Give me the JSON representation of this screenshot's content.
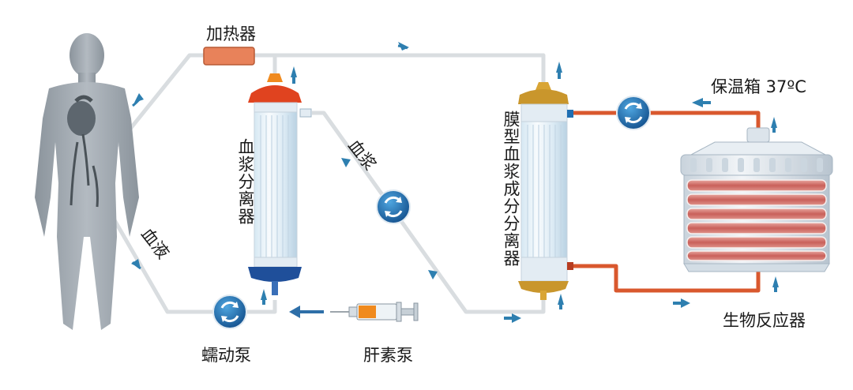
{
  "labels": {
    "heater": "加热器",
    "incubator": "保温箱 37ºC",
    "plasma_separator": "血浆分离器",
    "membrane_separator": "膜型血浆成分分离器",
    "plasma": "血浆",
    "blood": "血液",
    "peristaltic_pump": "蠕动泵",
    "heparin_pump": "肝素泵",
    "bioreactor": "生物反应器"
  },
  "colors": {
    "tube_grey": "#d9dde0",
    "tube_red": "#d9582e",
    "heater_fill": "#e8825a",
    "pump_blue": "#1d6fb3",
    "arrow_blue": "#2e7fb0",
    "body_grey": "#9aa3ab",
    "separator_red_cap": "#e0431f",
    "separator_blue_cap": "#1f4f9a",
    "separator_gold_cap": "#c9962c"
  },
  "icons": [
    "human-body-icon",
    "heart-icon",
    "pump-icon",
    "syringe-icon",
    "bioreactor-icon",
    "flow-arrow-icon"
  ]
}
